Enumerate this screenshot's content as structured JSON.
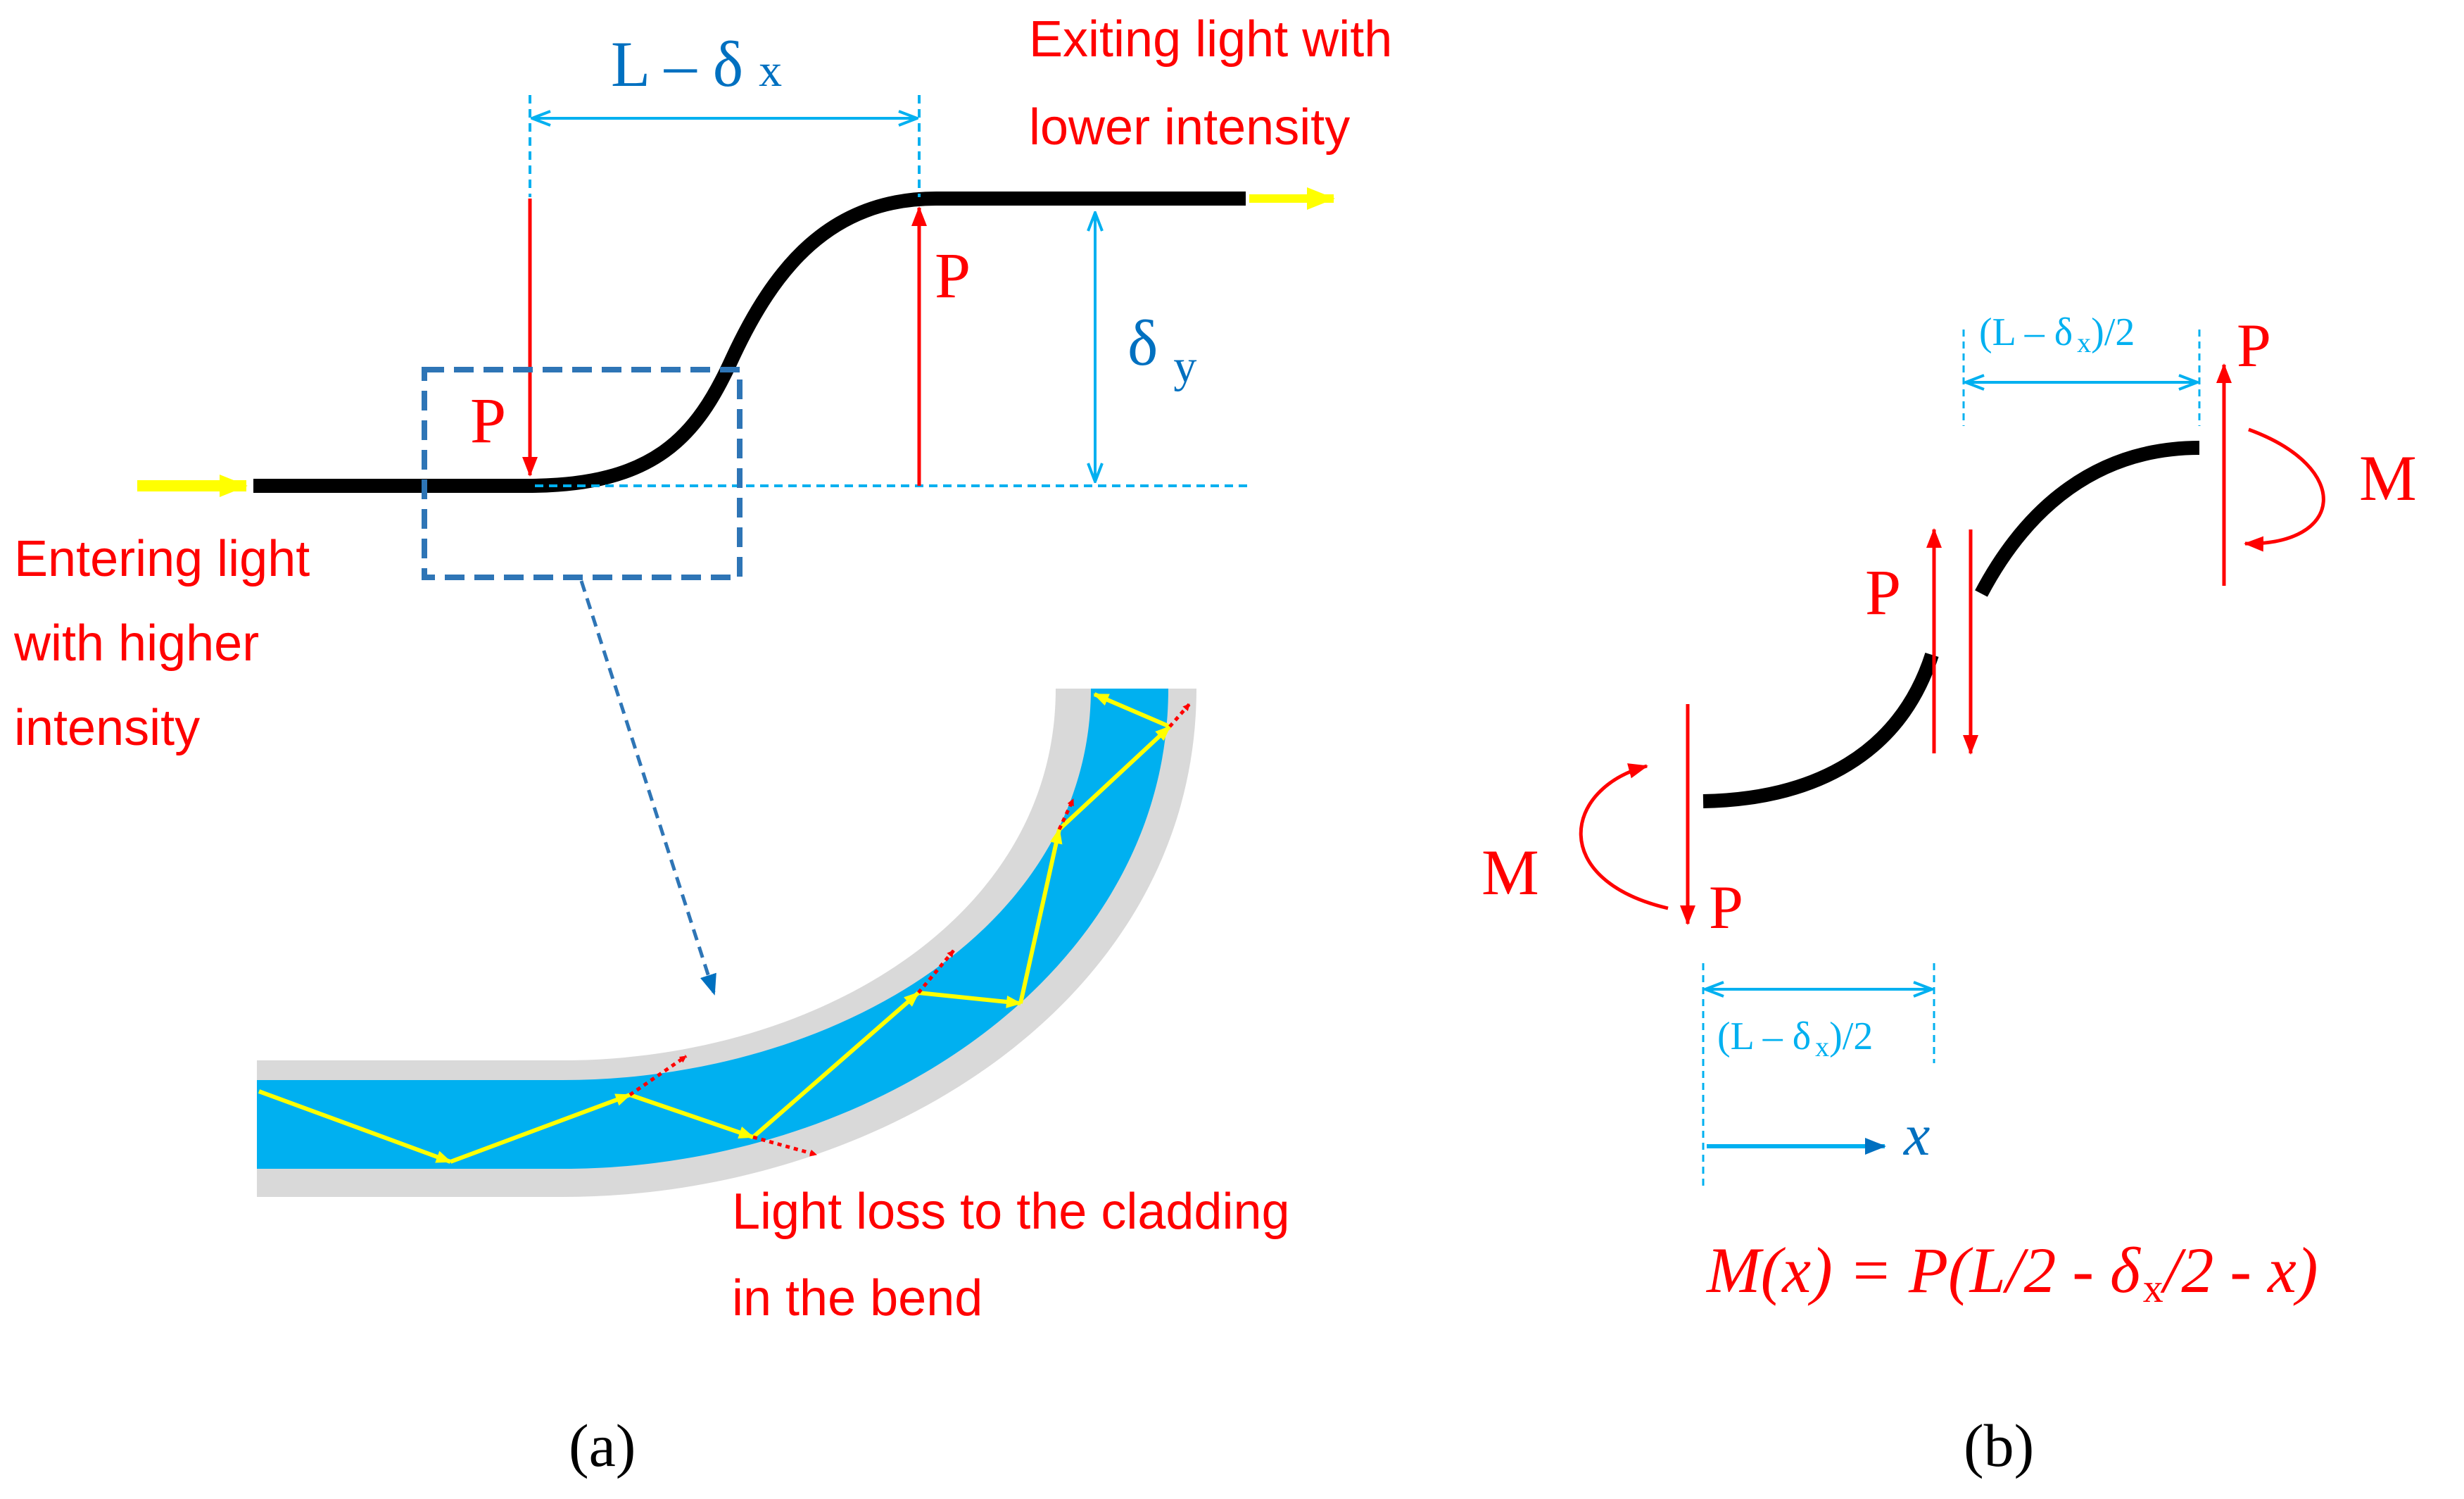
{
  "colors": {
    "red": "#ff0000",
    "blue": "#0070c0",
    "cyan": "#00b0f0",
    "core": "#00b0f0",
    "cladding": "#d9d9d9",
    "fiber": "#000000",
    "light": "#ffff00",
    "dashbox": "#2e75b6"
  },
  "panel_a": {
    "dim_horizontal": {
      "main": "L – δ",
      "sub": "x"
    },
    "dim_vertical": {
      "main": "δ",
      "sub": "y"
    },
    "force_left": "P",
    "force_right": "P",
    "exit_label": [
      "Exiting light with",
      "lower intensity"
    ],
    "enter_label": [
      "Entering light",
      "with higher",
      "intensity"
    ],
    "loss_label": [
      "Light loss to the cladding",
      "in the bend"
    ],
    "caption": "(a)"
  },
  "panel_b": {
    "dim_top": {
      "open": "(L – δ",
      "sub": "x",
      "close": ")/2"
    },
    "dim_bottom": {
      "open": "(L – δ",
      "sub": "x",
      "close": ")/2"
    },
    "force_top": "P",
    "moment_top": "M",
    "force_mid": "P",
    "moment_bottom": "M",
    "force_bottom": "P",
    "axis_label": "x",
    "equation": {
      "lhs": "M(x) = P(L/2 - ",
      "delta": "δ",
      "sub": "x",
      "rhs": "/2 - x)"
    },
    "caption": "(b)"
  }
}
